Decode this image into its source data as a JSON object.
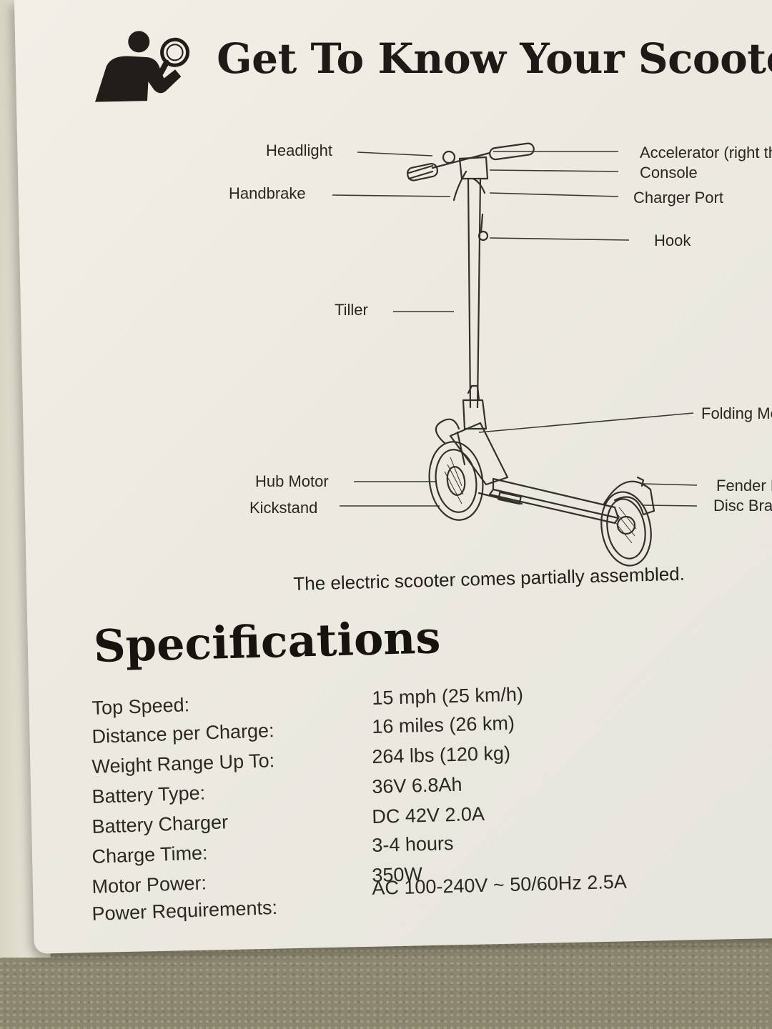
{
  "header": {
    "title": "Get To Know Your Scooter",
    "icon": "person-magnifier-icon"
  },
  "diagram": {
    "labels": {
      "headlight": "Headlight",
      "handbrake": "Handbrake",
      "accelerator": "Accelerator (right thu",
      "console": "Console",
      "charger_port": "Charger Port",
      "hook": "Hook",
      "tiller": "Tiller",
      "folding": "Folding Me",
      "hub_motor": "Hub Motor",
      "kickstand": "Kickstand",
      "fender": "Fender B",
      "disc_brake": "Disc Brak"
    },
    "caption": "The electric scooter comes partially assembled."
  },
  "specifications": {
    "title": "Specifications",
    "rows": [
      {
        "label": "Top Speed:",
        "value": "15 mph (25 km/h)"
      },
      {
        "label": "Distance per Charge:",
        "value": "16 miles (26 km)"
      },
      {
        "label": "Weight Range Up To:",
        "value": "264 lbs (120 kg)"
      },
      {
        "label": "Battery Type:",
        "value": "36V 6.8Ah"
      },
      {
        "label": "Battery Charger",
        "value": "DC 42V 2.0A"
      },
      {
        "label": "Charge Time:",
        "value": "3-4 hours"
      },
      {
        "label": "Motor Power:",
        "value": "350W"
      },
      {
        "label": "Power Requirements:",
        "value": "AC 100-240V ~ 50/60Hz  2.5A"
      }
    ]
  },
  "colors": {
    "paper": "#eceae0",
    "ink": "#1f1a17",
    "carpet": "#8f8a72"
  }
}
